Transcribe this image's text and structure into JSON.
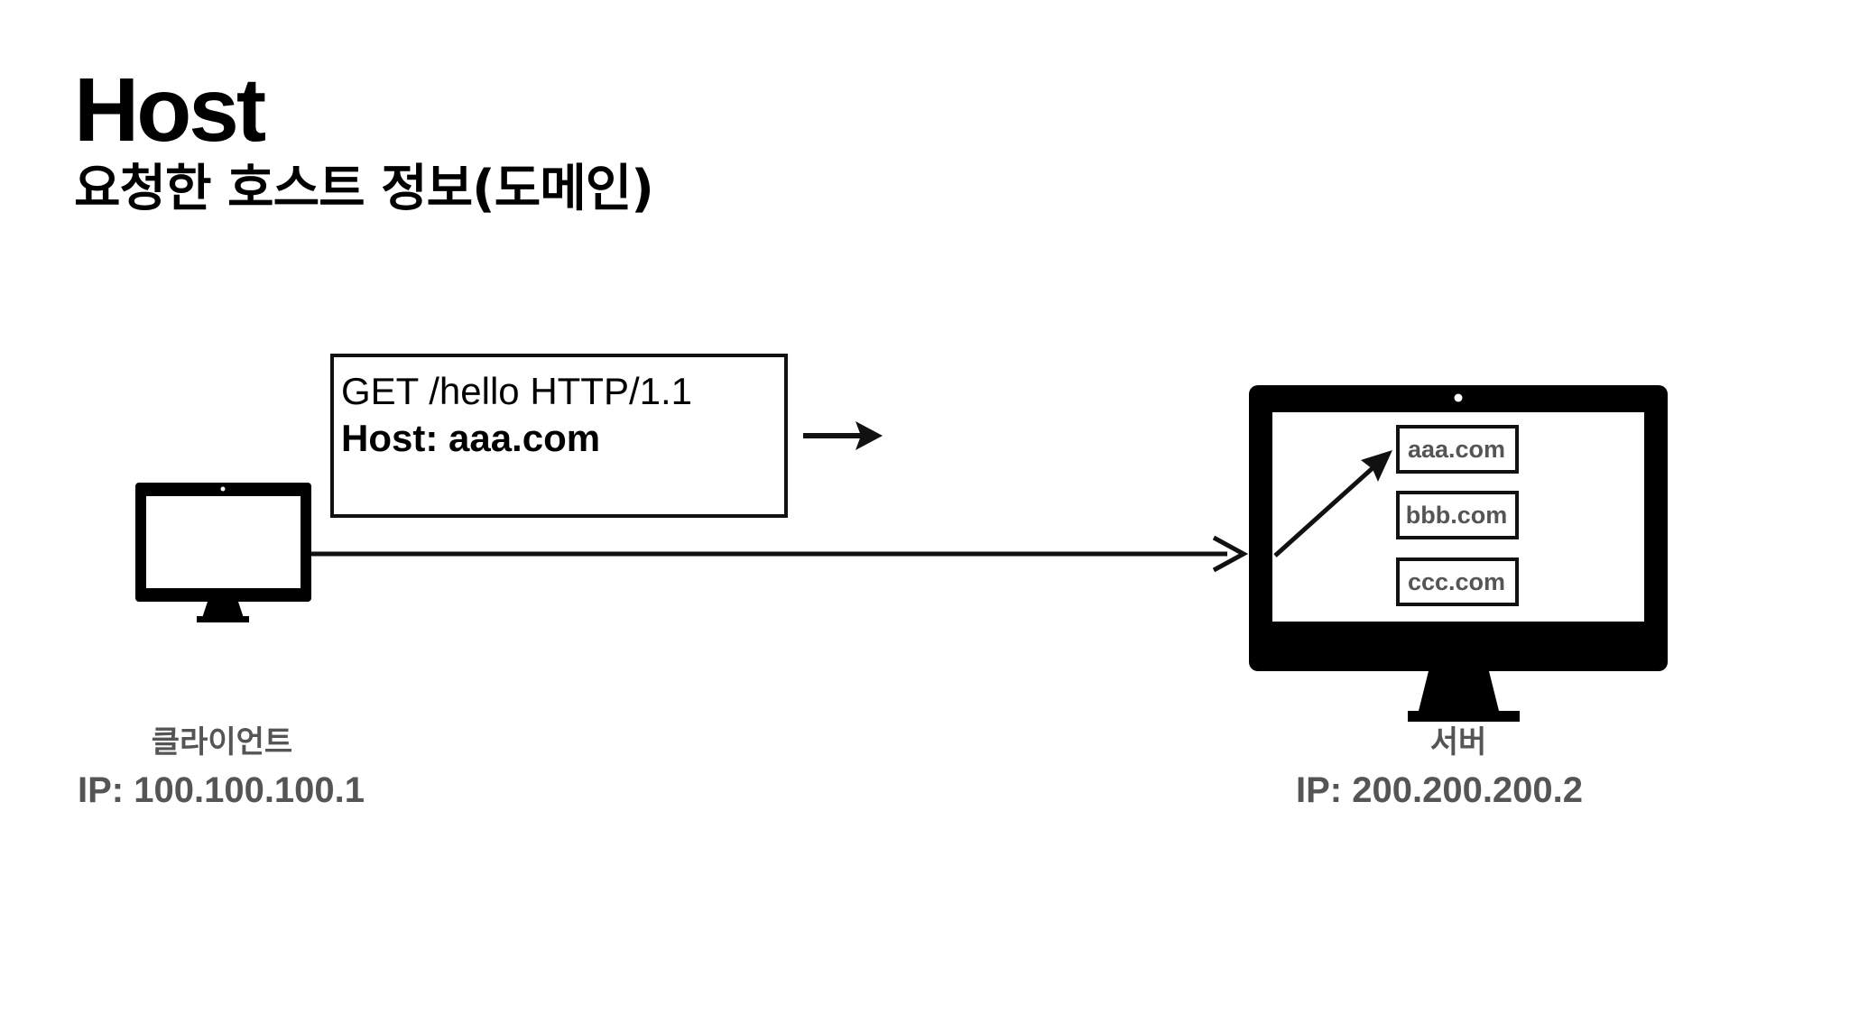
{
  "slide": {
    "title": "Host",
    "subtitle": "요청한 호스트 정보(도메인)"
  },
  "request": {
    "line1": "GET /hello HTTP/1.1",
    "line2": "Host: aaa.com"
  },
  "client": {
    "name": "클라이언트",
    "ip": "IP: 100.100.100.1"
  },
  "server": {
    "name": "서버",
    "ip": "IP: 200.200.200.2",
    "domains": [
      "aaa.com",
      "bbb.com",
      "ccc.com"
    ]
  },
  "colors": {
    "ink": "#000000",
    "label_gray": "#555555",
    "background": "#ffffff"
  },
  "icons": [
    "client-monitor-icon",
    "server-monitor-icon",
    "arrow-icon"
  ]
}
